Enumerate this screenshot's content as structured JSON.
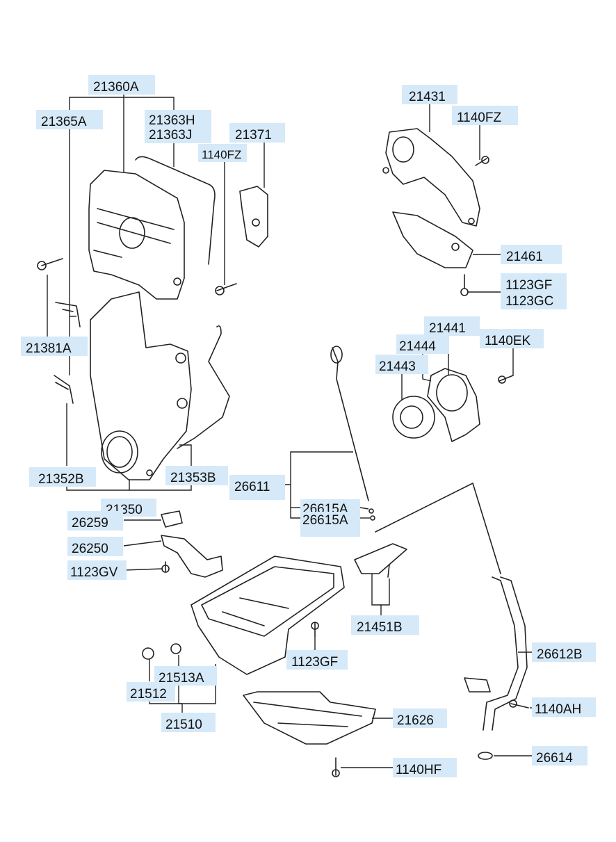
{
  "labels": {
    "l21360A": "21360A",
    "l21365A": "21365A",
    "l21363H": "21363H",
    "l21363J": "21363J",
    "l21371": "21371",
    "l1140FZ_a": "1140FZ",
    "l21381A": "21381A",
    "l21352B": "21352B",
    "l21353B": "21353B",
    "l21350": "21350",
    "l21431": "21431",
    "l1140FZ_b": "1140FZ",
    "l21461": "21461",
    "l1123GF_a": "1123GF",
    "l1123GC": "1123GC",
    "l21441": "21441",
    "l21444": "21444",
    "l1140EK": "1140EK",
    "l21443": "21443",
    "l26611": "26611",
    "l26615A_a": "26615A",
    "l26615A_b": "26615A",
    "l26259": "26259",
    "l26250": "26250",
    "l1123GV": "1123GV",
    "l21451B": "21451B",
    "l1123GF_b": "1123GF",
    "l26612B": "26612B",
    "l21513A": "21513A",
    "l21512": "21512",
    "l21510": "21510",
    "l21626": "21626",
    "l1140AH": "1140AH",
    "l26614": "26614",
    "l1140HF": "1140HF"
  }
}
